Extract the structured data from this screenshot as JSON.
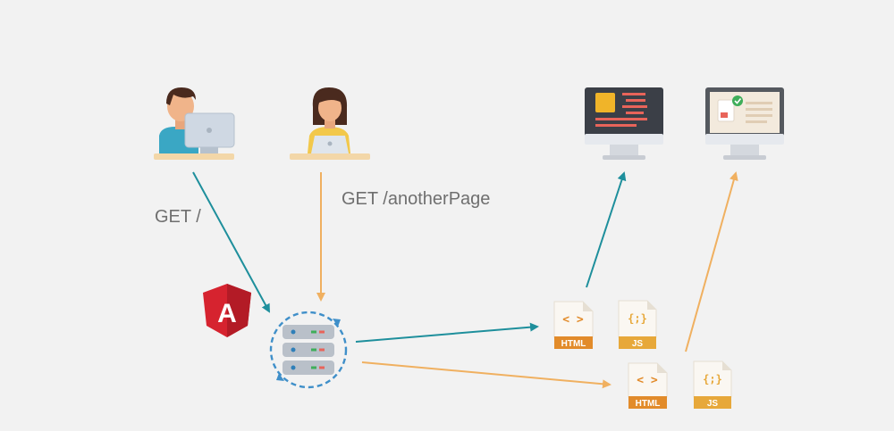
{
  "labels": {
    "request_one": "GET /",
    "request_two": "GET /anotherPage"
  },
  "files": {
    "html_label": "HTML",
    "js_label": "JS",
    "html_glyph": "< >",
    "js_glyph": "{;}"
  },
  "logo": {
    "letter": "A"
  },
  "icons": {
    "user_one": "man-with-laptop-icon",
    "user_two": "woman-with-laptop-icon",
    "server": "server-icon",
    "logo": "angular-logo-icon",
    "monitor_one": "dark-monitor-icon",
    "monitor_two": "light-monitor-icon"
  },
  "colors": {
    "teal": "#1e8f9c",
    "orange": "#f0b060",
    "angular_red": "#d6232f",
    "angular_dark": "#b31b26",
    "file_orange": "#e28b2a",
    "file_gold": "#e7a83a",
    "server_blue": "#3f8fc9"
  }
}
